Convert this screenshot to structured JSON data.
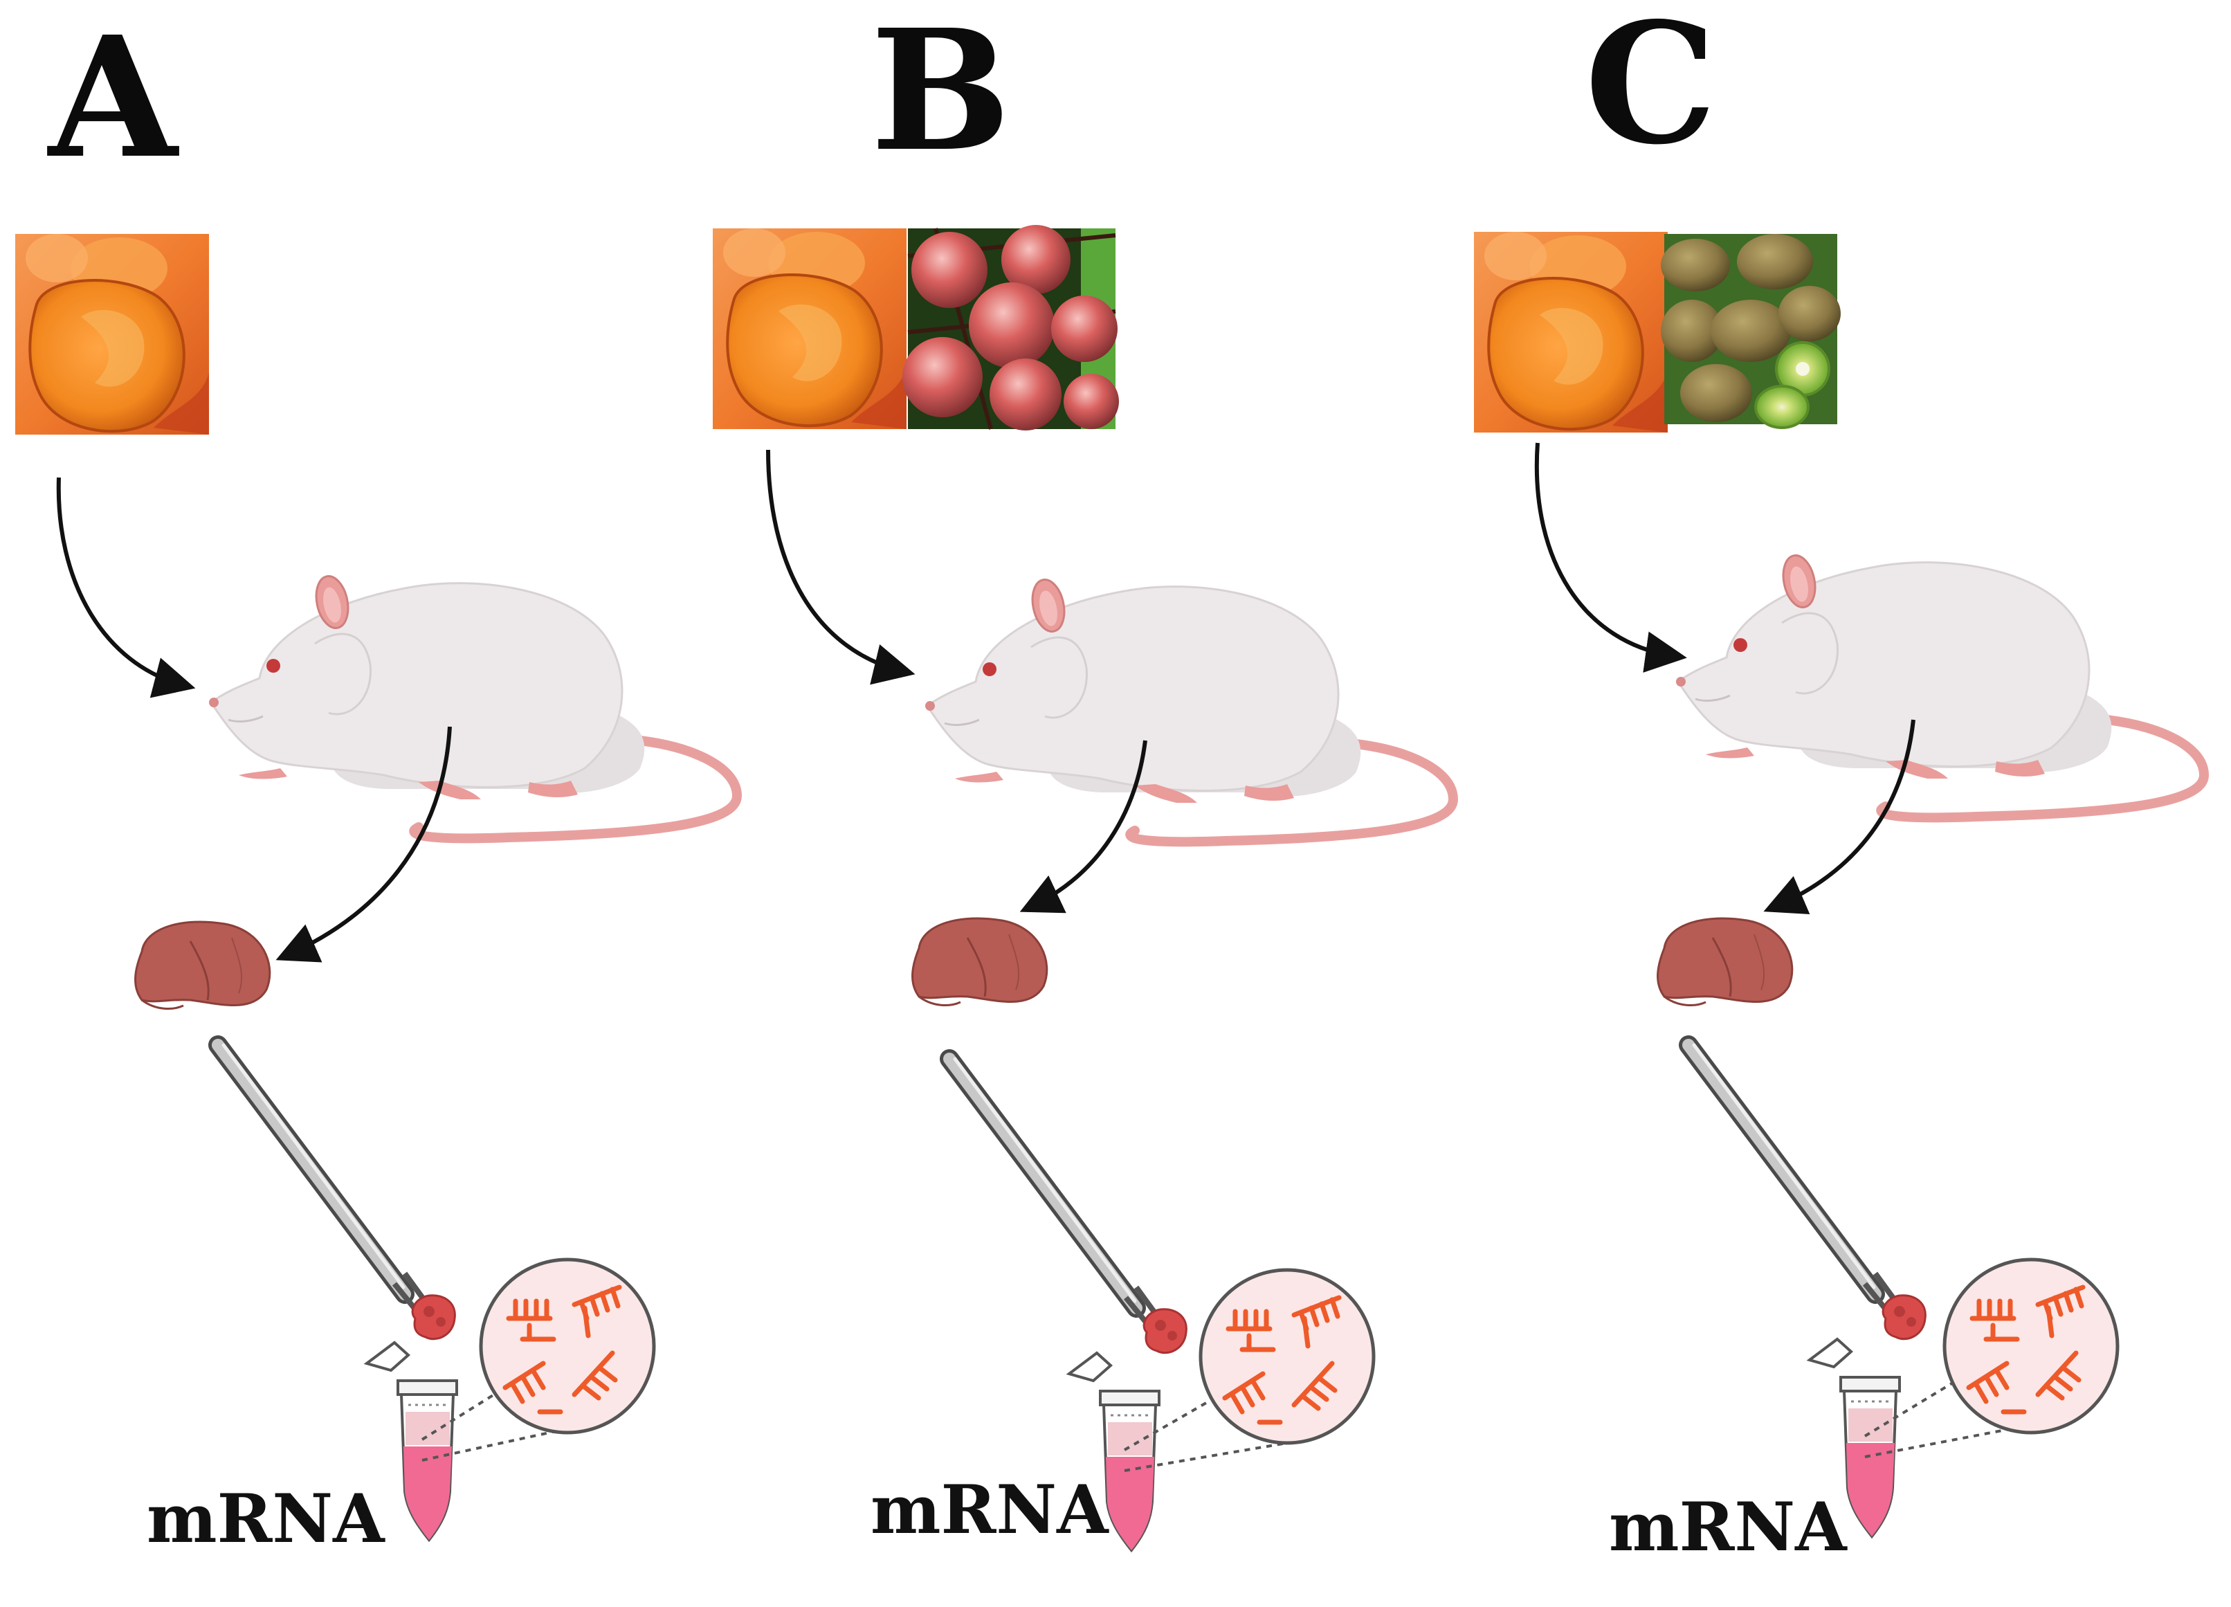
{
  "panels": [
    {
      "letter": "A",
      "has_second_food": false,
      "second_food": "",
      "output_label": "mRNA"
    },
    {
      "letter": "B",
      "has_second_food": true,
      "second_food": "red-kiwiberry-photo",
      "output_label": "mRNA"
    },
    {
      "letter": "C",
      "has_second_food": true,
      "second_food": "kiwifruit-photo",
      "output_label": "mRNA"
    }
  ],
  "icons": {
    "supplement": "orange-gel-capsule-photo",
    "animal": "rat-icon",
    "organ": "liver-icon",
    "tool": "forceps-icon",
    "tube": "microcentrifuge-tube-icon",
    "zoom": "rna-zoom-icon"
  },
  "colors": {
    "rat_body": "#ece9ea",
    "rat_pink": "#e99c9a",
    "liver": "#b65c54",
    "rna": "#ee5a2a",
    "arrow": "#111111",
    "tube_fluid": "#f06a94"
  }
}
